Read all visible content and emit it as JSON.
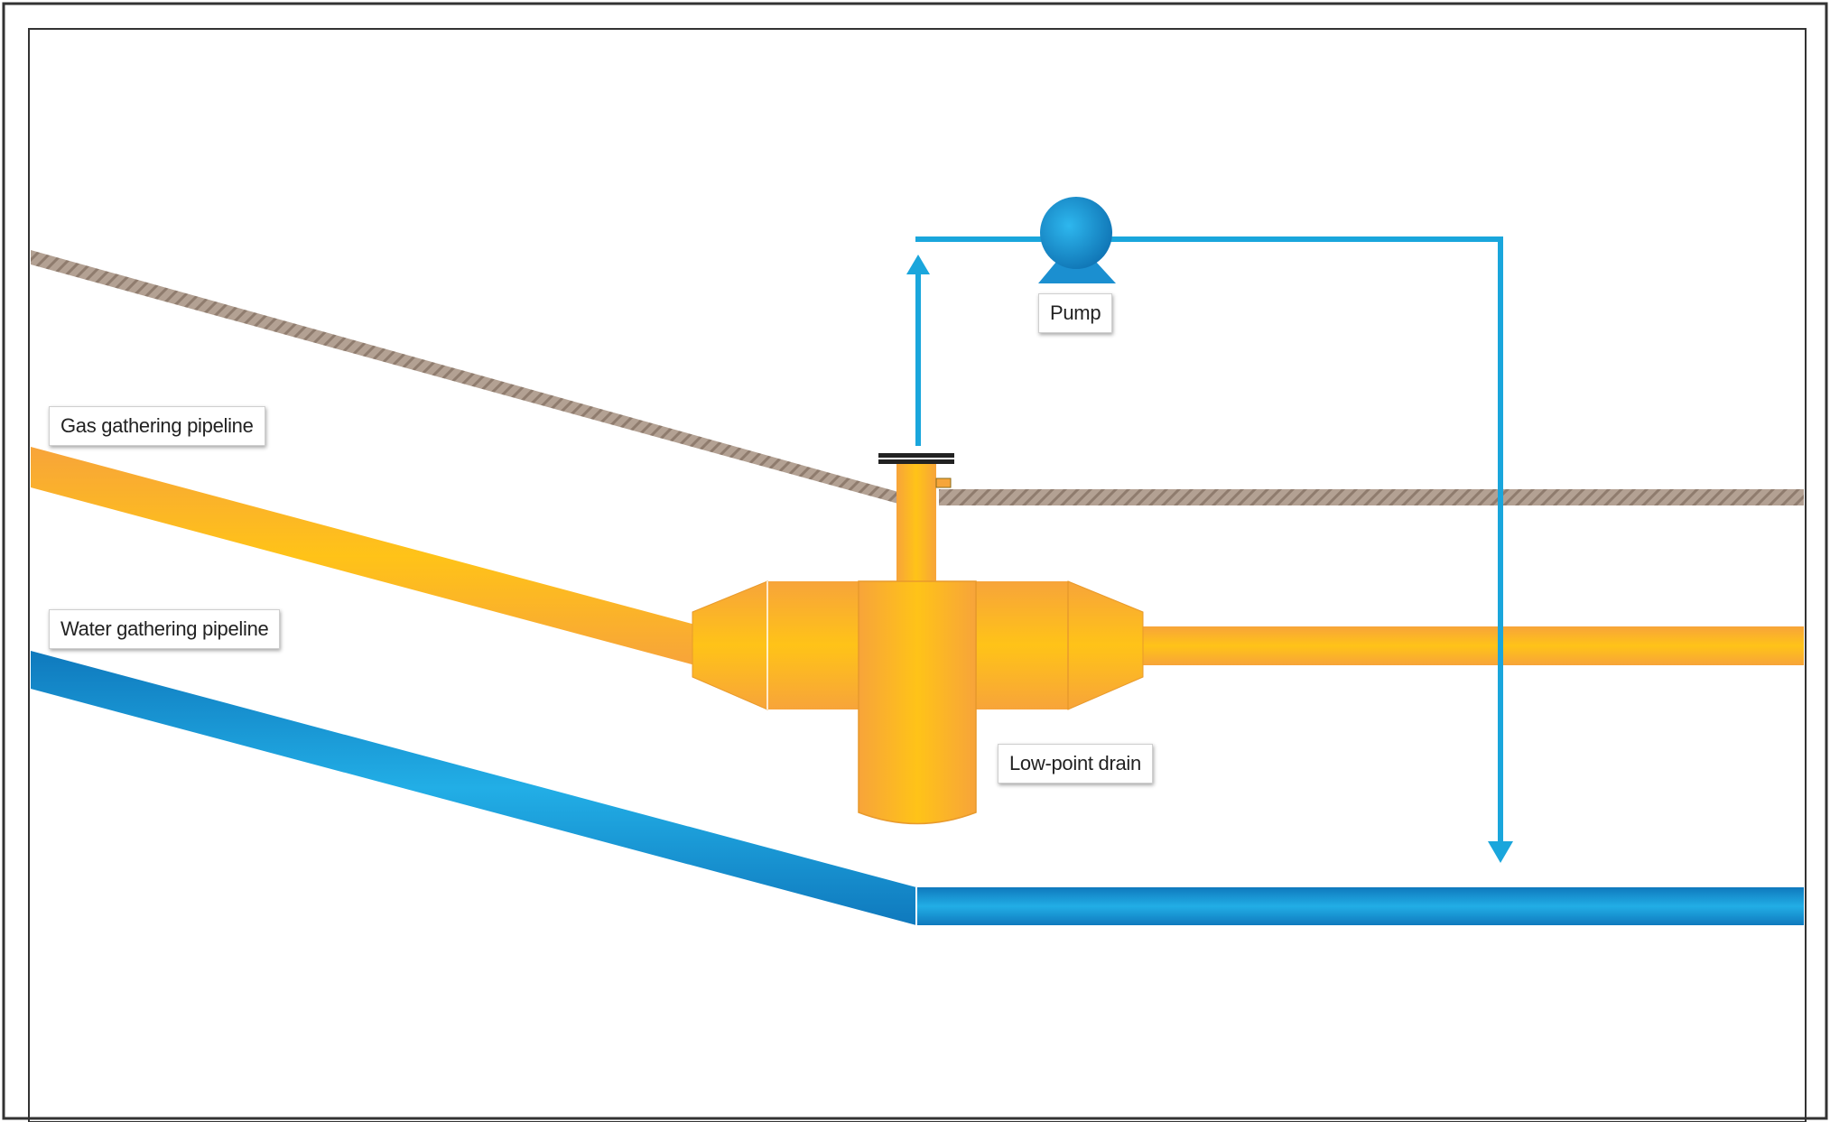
{
  "labels": {
    "gas_pipeline": "Gas gathering pipeline",
    "water_pipeline": "Water gathering pipeline",
    "pump": "Pump",
    "low_point_drain": "Low-point drain"
  },
  "colors": {
    "gas_pipe": "#fdb515",
    "gas_pipe_edge": "#f6a53a",
    "water_pipe": "#1597d3",
    "water_line": "#1aa6dc",
    "rope": "#a89484",
    "drain_body": "#fcb32b",
    "flange": "#222222",
    "pump": "#1b8fd0"
  },
  "icons": {
    "pump": "centrifugal-pump-icon",
    "flow_arrow_up": "arrow-up-icon",
    "flow_arrow_down": "arrow-down-icon",
    "flange": "flange-icon"
  }
}
